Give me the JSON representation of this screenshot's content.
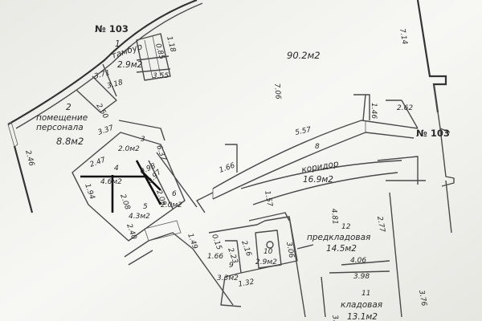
{
  "floor_numbers": {
    "top_left": "№ 103",
    "right": "№ 103"
  },
  "rooms": {
    "tambur": {
      "number": "1",
      "name": "тамбур",
      "area": "2.9м2"
    },
    "personnel": {
      "number": "2",
      "name_line1": "помещение",
      "name_line2": "персонала",
      "area": "8.8м2"
    },
    "room3": {
      "number": "3",
      "area": "2.0м2"
    },
    "room4": {
      "number": "4",
      "area": "4.6м2"
    },
    "room5": {
      "number": "5",
      "area": "4.3м2"
    },
    "room6": {
      "number": "6",
      "area": "2.0м2"
    },
    "corridor": {
      "number": "8",
      "name": "коридор",
      "area": "16.9м2"
    },
    "room9": {
      "number": "9",
      "area": "3.3м2"
    },
    "room10": {
      "number": "10",
      "area": "2.9м2"
    },
    "pantry_pre": {
      "number": "12",
      "name": "предкладовая",
      "area": "14.5м2"
    },
    "pantry": {
      "number": "11",
      "name": "кладовая",
      "area": "13.1м2"
    },
    "hall": {
      "area": "90.2м2"
    }
  },
  "dimensions": {
    "d_7_14": "7.14",
    "d_1_18": "1.18",
    "d_0_85": "0.85",
    "d_3_55": "3.55",
    "d_3_71": "3.71",
    "d_3_18": "3.18",
    "d_2_50": "2.50",
    "d_7_06": "7.06",
    "d_1_46": "1.46",
    "d_2_62": "2.62",
    "d_5_57": "5.57",
    "d_3_37": "3.37",
    "d_6_37": "6.37",
    "d_2_46": "2.46",
    "d_2_47": "2.47",
    "d_0_98": "0.98",
    "d_0_97": "0.97",
    "d_1_94": "1.94",
    "d_2_08": "2.08",
    "d_2_09": "2.09",
    "d_2_40": "2.40",
    "d_1_66_corr": "1.66",
    "d_1_57": "1.57",
    "d_4_81": "4.81",
    "d_2_77": "2.77",
    "d_1_49": "1.49",
    "d_0_15": "0.15",
    "d_2_16": "2.16",
    "d_2_23": "2.23",
    "d_1_66_b": "1.66",
    "d_1_32": "1.32",
    "d_3_06": "3.06",
    "d_4_06": "4.06",
    "d_3_98": "3.98",
    "d_3_76": "3.76",
    "d_3_bottom": "3."
  }
}
